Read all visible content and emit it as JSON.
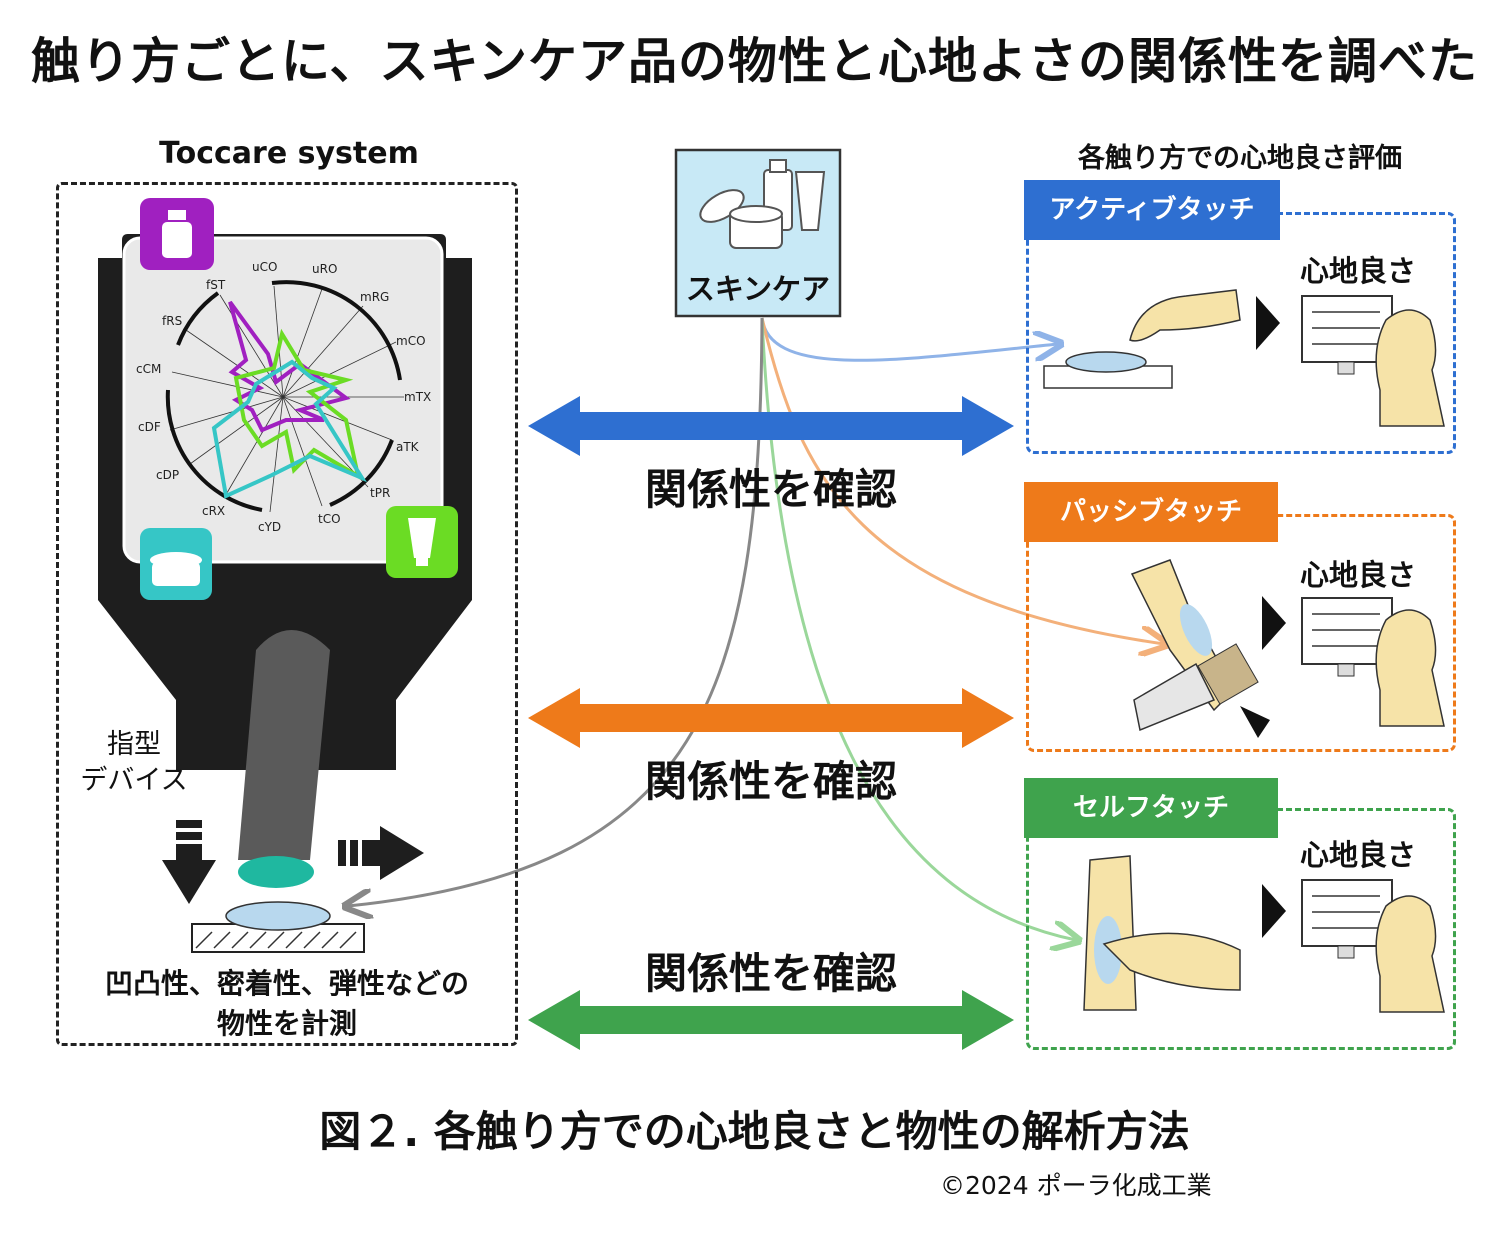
{
  "title": "触り方ごとに、スキンケア品の物性と心地よさの関係性を調べた",
  "left": {
    "title": "Toccare system",
    "device_label_line1": "指型",
    "device_label_line2": "デバイス",
    "measure_line1": "凹凸性、密着性、弾性などの",
    "measure_line2": "物性を計測",
    "radar_labels": [
      "uCO",
      "uRO",
      "mRG",
      "mCO",
      "mTX",
      "aTK",
      "tPR",
      "tCO",
      "cYD",
      "cRX",
      "cDP",
      "cDF",
      "cCM",
      "fRS",
      "fST"
    ]
  },
  "center": {
    "skincare_label": "スキンケア",
    "relation_label": "関係性を確認"
  },
  "right": {
    "title": "各触り方での心地良さ評価",
    "panels": [
      {
        "tab": "アクティブタッチ",
        "comfort": "心地良さ",
        "color": "#2e6fd1"
      },
      {
        "tab": "パッシブタッチ",
        "comfort": "心地良さ",
        "color": "#ee7a1a"
      },
      {
        "tab": "セルフタッチ",
        "comfort": "心地良さ",
        "color": "#3fa34d"
      }
    ]
  },
  "caption": "図２. 各触り方での心地良さと物性の解析方法",
  "copyright": "©2024 ポーラ化成工業",
  "colors": {
    "blue": "#2e6fd1",
    "orange": "#ee7a1a",
    "green": "#3fa34d",
    "purple": "#a020c0",
    "lime": "#6bdc24",
    "teal": "#36c6c6"
  }
}
